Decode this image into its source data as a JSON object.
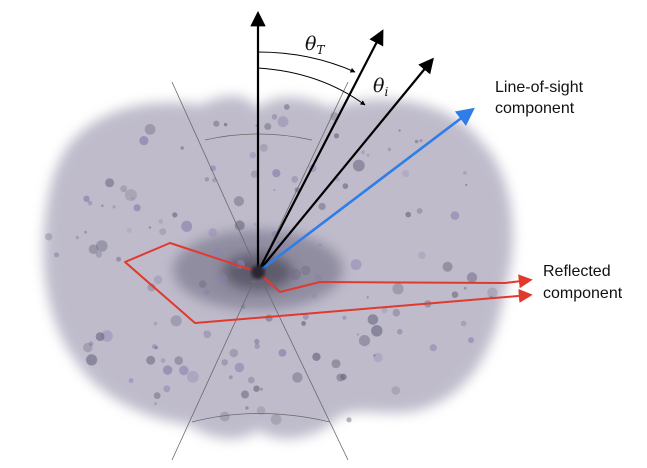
{
  "diagram": {
    "angle_labels": [
      {
        "symbol": "θ",
        "subscript": "T"
      },
      {
        "symbol": "θ",
        "subscript": "i"
      }
    ],
    "line_of_sight_label": [
      "Line-of-sight",
      "component"
    ],
    "reflected_label": [
      "Reflected",
      "component"
    ],
    "colors": {
      "arrows": "#000000",
      "line_of_sight": "#2f7de6",
      "reflected": "#e03a2f",
      "cloud": "#a29eb3",
      "clump": "#6b6880",
      "cone_edges": "#6a6a6a"
    }
  }
}
